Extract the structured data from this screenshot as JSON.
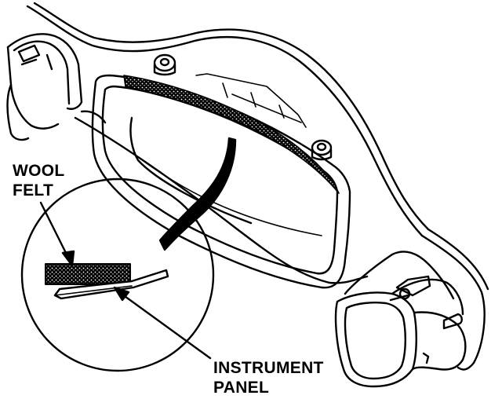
{
  "labels": {
    "wool_felt_line1": "WOOL",
    "wool_felt_line2": "FELT",
    "instrument_panel_line1": "INSTRUMENT",
    "instrument_panel_line2": "PANEL"
  },
  "colors": {
    "ink": "#000000",
    "background": "#ffffff"
  }
}
